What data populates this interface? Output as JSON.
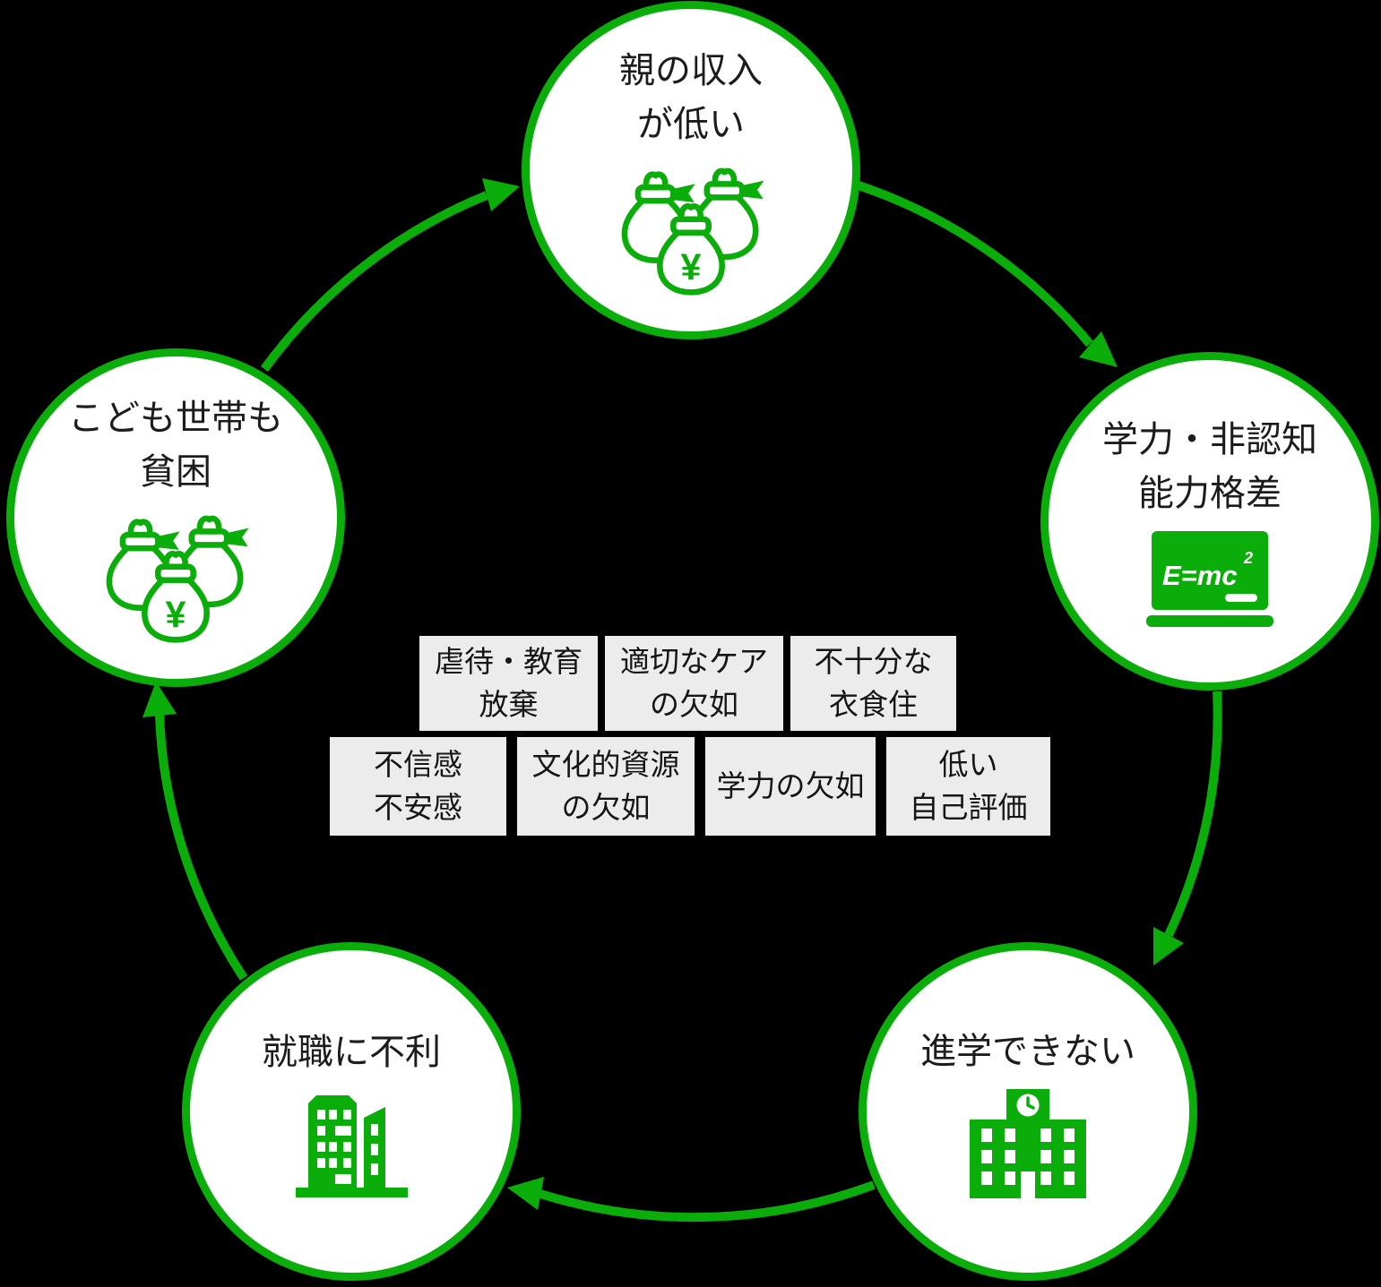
{
  "accent_green": "#0aad0a",
  "background_color": "#000000",
  "box_background": "#ececec",
  "nodes": {
    "top": {
      "label_line1": "親の収入",
      "label_line2": "が低い",
      "icon": "money-bags-icon",
      "currency_symbol": "¥"
    },
    "right": {
      "label_line1": "学力・非認知",
      "label_line2": "能力格差",
      "icon": "blackboard-icon",
      "formula": "E=mc",
      "formula_exponent": "2"
    },
    "bottom_right": {
      "label_line1": "進学できない",
      "icon": "school-icon"
    },
    "bottom_left": {
      "label_line1": "就職に不利",
      "icon": "office-buildings-icon"
    },
    "left": {
      "label_line1": "こども世帯も",
      "label_line2": "貧困",
      "icon": "money-bags-icon",
      "currency_symbol": "¥"
    }
  },
  "center_factors": {
    "row1": [
      {
        "line1": "虐待・教育",
        "line2": "放棄"
      },
      {
        "line1": "適切なケア",
        "line2": "の欠如"
      },
      {
        "line1": "不十分な",
        "line2": "衣食住"
      }
    ],
    "row2": [
      {
        "line1": "不信感",
        "line2": "不安感"
      },
      {
        "line1": "文化的資源",
        "line2": "の欠如"
      },
      {
        "line1": "学力の欠如",
        "line2": ""
      },
      {
        "line1": "低い",
        "line2": "自己評価"
      }
    ]
  }
}
